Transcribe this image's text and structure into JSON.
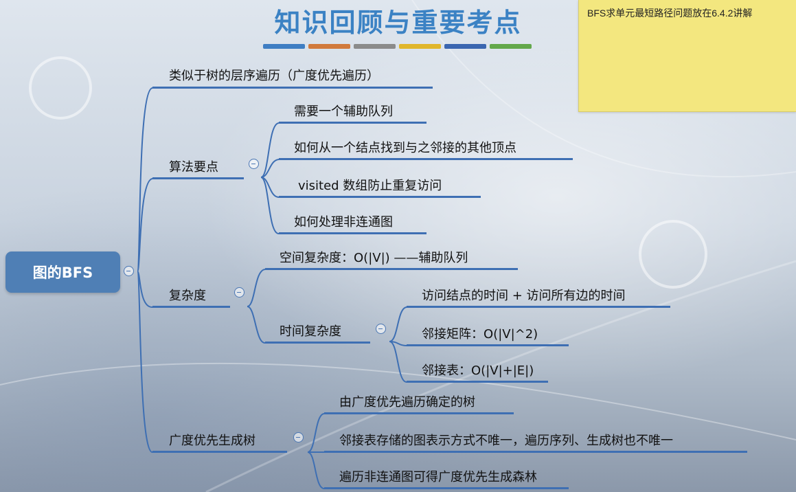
{
  "title": "知识回顾与重要考点",
  "title_bar_colors": [
    "#3f7ec3",
    "#d17a3c",
    "#8b8b8b",
    "#e0b62c",
    "#3b66b0",
    "#63a84b"
  ],
  "note": "BFS求单元最短路径问题放在6.4.2讲解",
  "root": "图的BFS",
  "branches": {
    "b1": "类似于树的层序遍历（广度优先遍历）",
    "b2": "算法要点",
    "b2_items": [
      "需要一个辅助队列",
      "如何从一个结点找到与之邻接的其他顶点",
      "visited 数组防止重复访问",
      "如何处理非连通图"
    ],
    "b3": "复杂度",
    "b3_space": "空间复杂度：O(|V|) ——辅助队列",
    "b3_time": "时间复杂度",
    "b3_time_items": [
      "访问结点的时间 + 访问所有边的时间",
      "邻接矩阵：O(|V|^2)",
      "邻接表：O(|V|+|E|)"
    ],
    "b4": "广度优先生成树",
    "b4_items": [
      "由广度优先遍历确定的树",
      "邻接表存储的图表示方式不唯一，遍历序列、生成树也不唯一",
      "遍历非连通图可得广度优先生成森林"
    ]
  },
  "colors": {
    "line": "#3e6fb3",
    "root_bg": "#4f7fb5",
    "title": "#3b82c4",
    "note_bg": "#f3e77f"
  }
}
